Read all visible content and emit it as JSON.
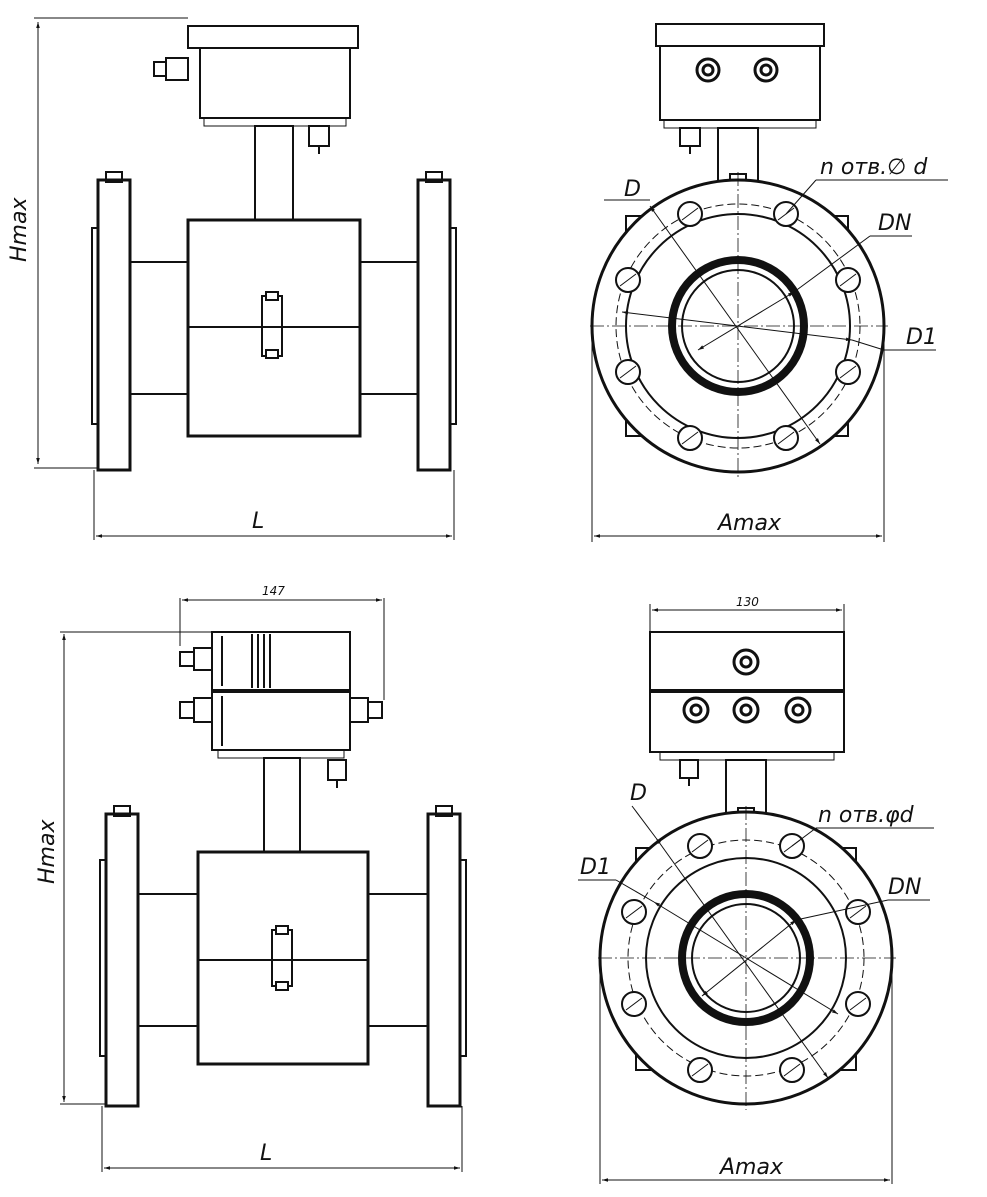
{
  "labels": {
    "hmax": "Hmax",
    "l": "L",
    "amax": "Amax",
    "d": "D",
    "dn": "DN",
    "d1": "D1",
    "n_holes_top": "n отв.∅ d",
    "n_holes_bottom": "n отв.φd",
    "width_147": "147",
    "width_130": "130"
  },
  "icons": [
    "cable-gland-icon",
    "terminal-bolt-icon",
    "flange-bolt-icon"
  ]
}
